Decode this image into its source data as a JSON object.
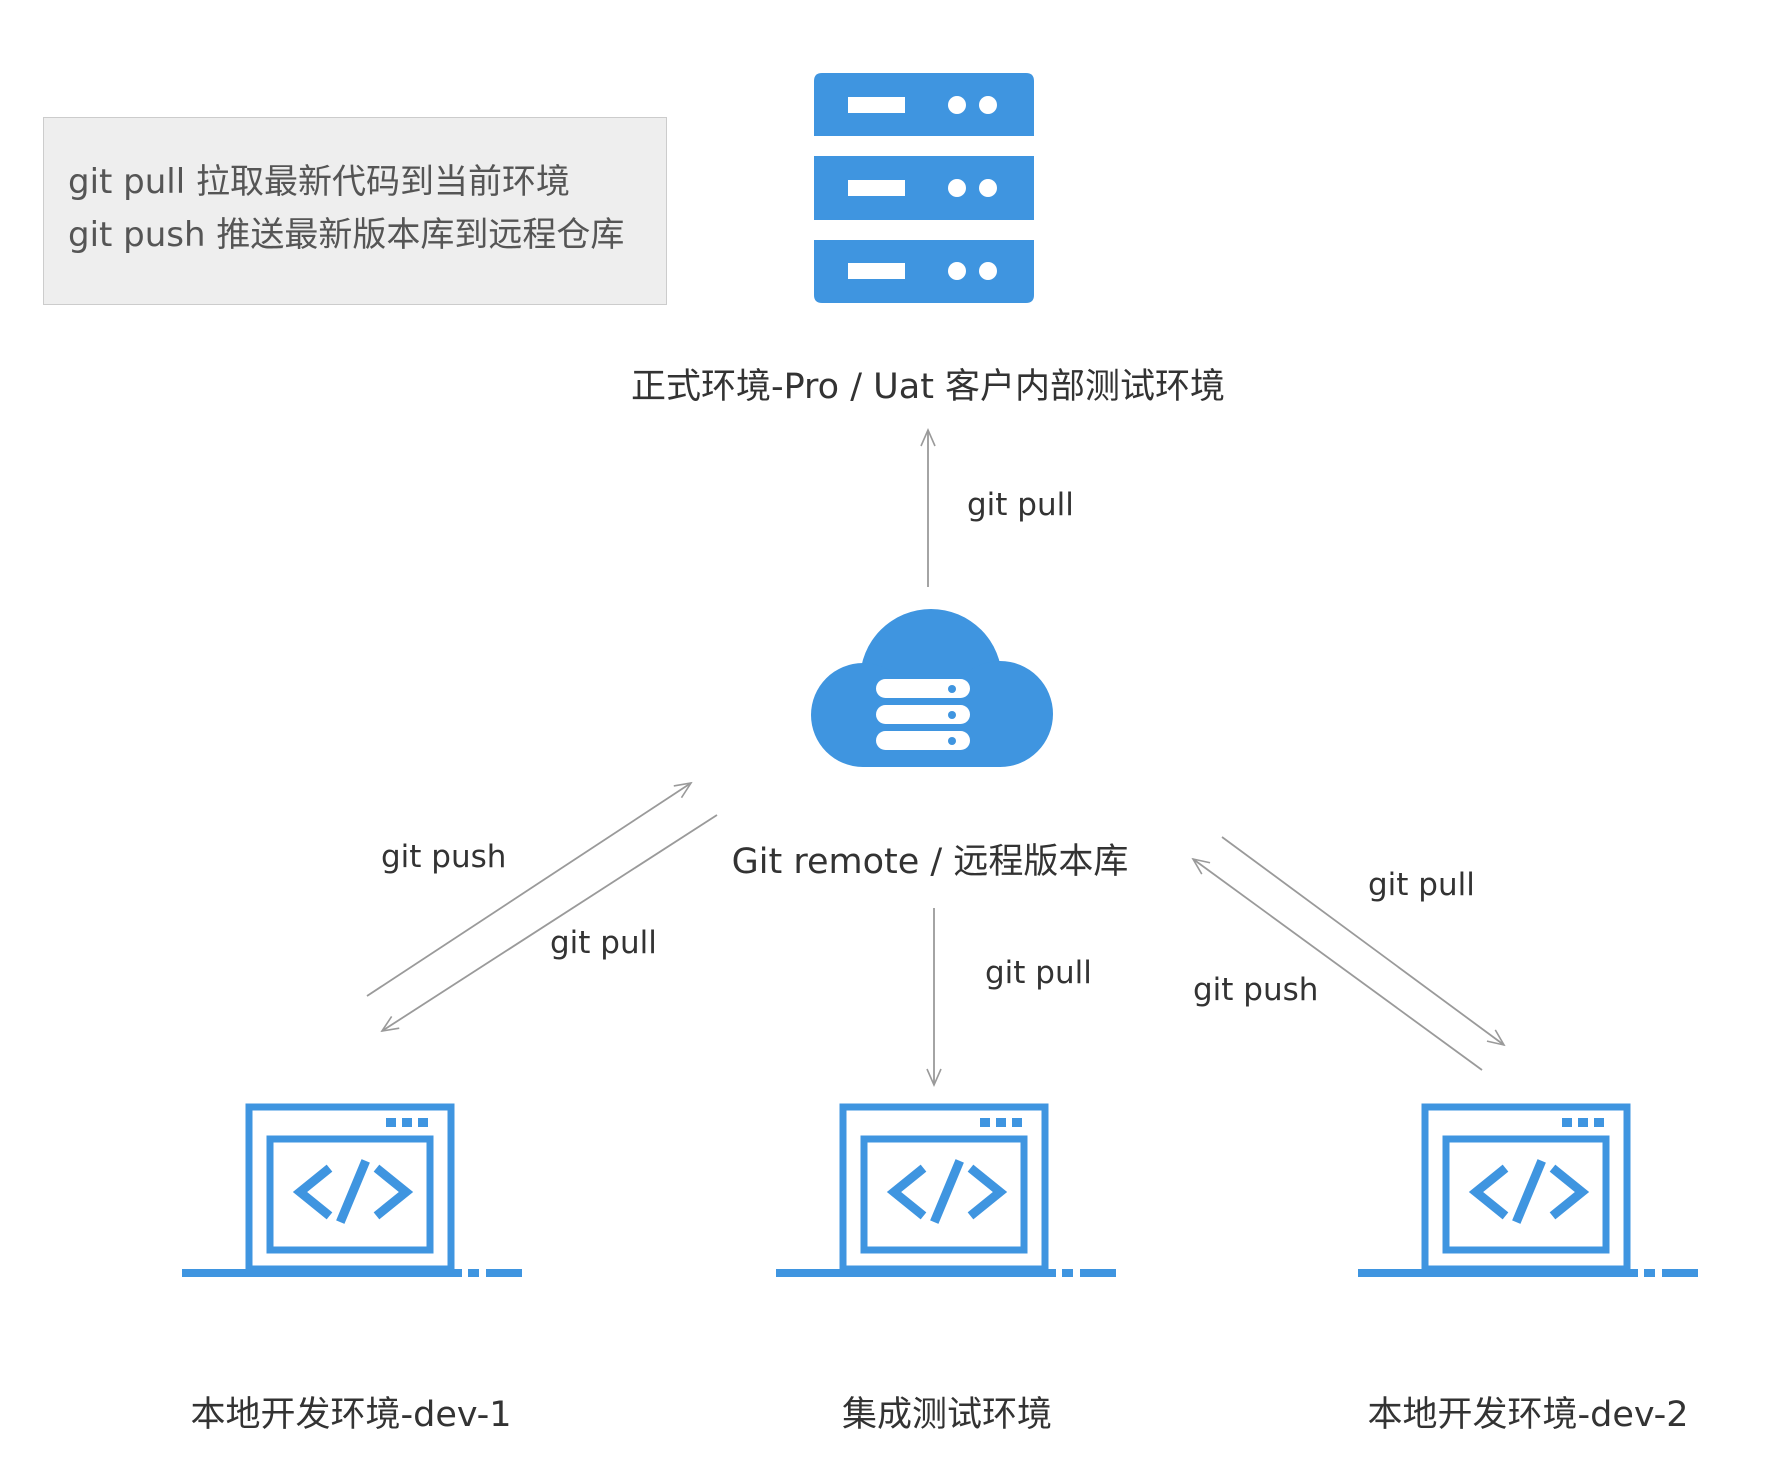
{
  "legend": {
    "line1": "git pull 拉取最新代码到当前环境",
    "line2": "git push 推送最新版本库到远程仓库"
  },
  "nodes": {
    "production": {
      "label": "正式环境-Pro / Uat 客户内部测试环境",
      "icon": "server-rack-icon"
    },
    "remote": {
      "label": "Git remote / 远程版本库",
      "icon": "cloud-server-icon"
    },
    "dev1": {
      "label": "本地开发环境-dev-1",
      "icon": "laptop-code-icon"
    },
    "integration": {
      "label": "集成测试环境",
      "icon": "laptop-code-icon"
    },
    "dev2": {
      "label": "本地开发环境-dev-2",
      "icon": "laptop-code-icon"
    }
  },
  "edges": {
    "remote_to_production": "git pull",
    "dev1_push": "git push",
    "dev1_pull": "git pull",
    "integration_pull": "git pull",
    "dev2_pull": "git pull",
    "dev2_push": "git push"
  },
  "colors": {
    "icon_blue": "#3f95e0",
    "arrow_gray": "#9a9a9a",
    "legend_bg": "#eeeeee"
  }
}
